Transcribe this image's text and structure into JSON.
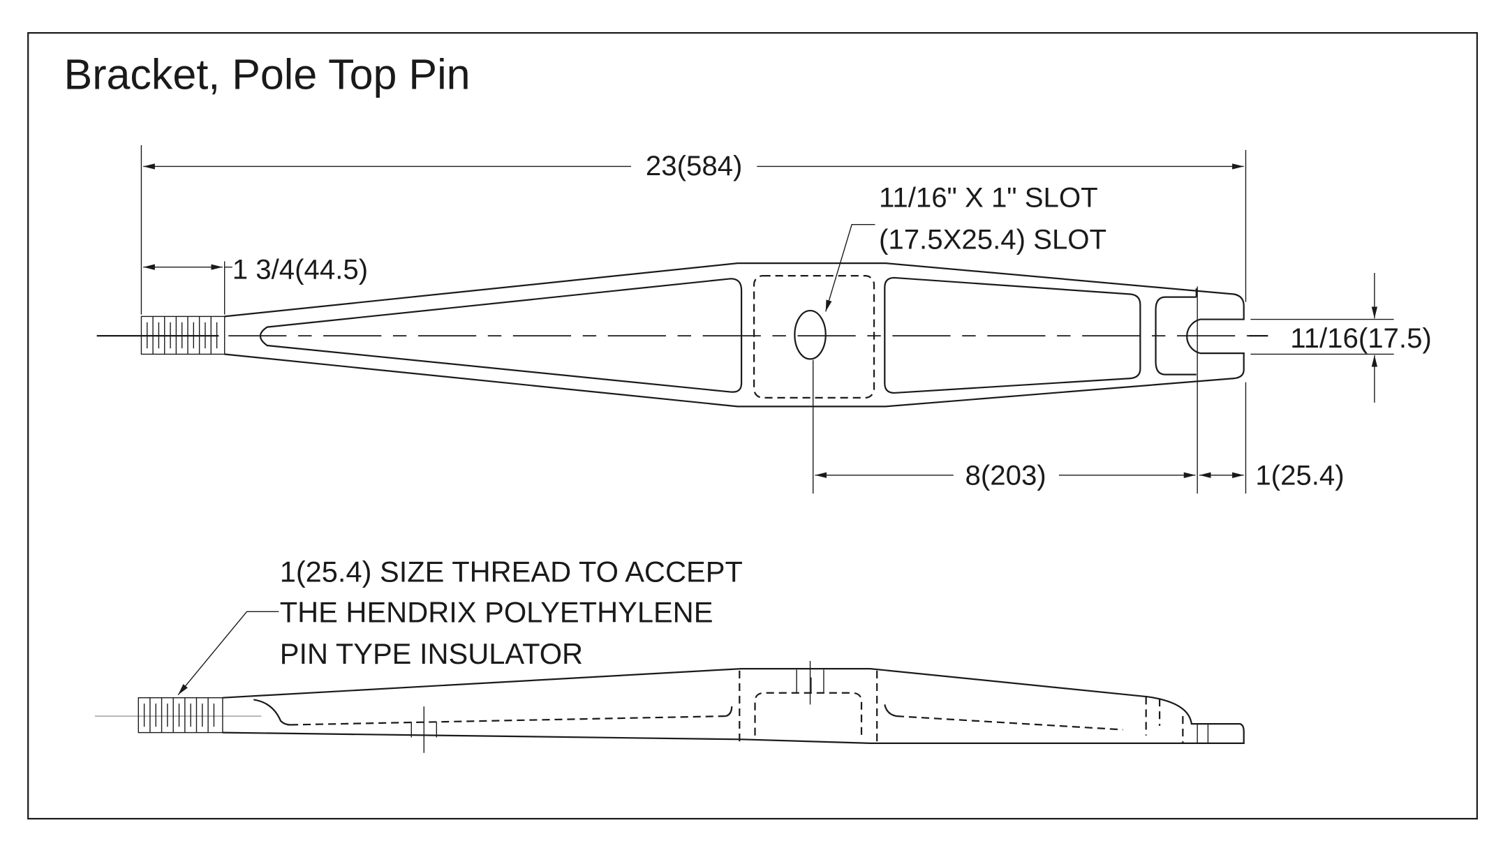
{
  "title": "Bracket, Pole Top Pin",
  "dimensions": {
    "overall_length": "23(584)",
    "thread_length": "1 3/4(44.5)",
    "slot_note_line1": "11/16\" X 1\" SLOT",
    "slot_note_line2": "(17.5X25.4) SLOT",
    "end_slot_width": "11/16(17.5)",
    "slot_to_end_slot": "8(203)",
    "end_slot_depth": "1(25.4)"
  },
  "thread_note": {
    "line1": "1(25.4) SIZE THREAD TO ACCEPT",
    "line2": "THE HENDRIX POLYETHYLENE",
    "line3": "PIN TYPE INSULATOR"
  }
}
